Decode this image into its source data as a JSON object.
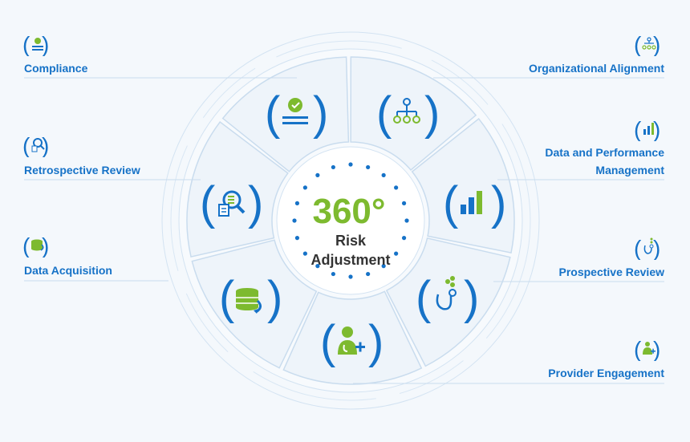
{
  "center": {
    "degree": "360°",
    "line1": "Risk",
    "line2": "Adjustment"
  },
  "labels": {
    "compliance": "Compliance",
    "retrospective_review": "Retrospective Review",
    "data_acquisition": "Data Acquisition",
    "organizational_alignment": "Organizational Alignment",
    "data_performance_line1": "Data and Performance",
    "data_performance_line2": "Management",
    "prospective_review": "Prospective Review",
    "provider_engagement": "Provider Engagement"
  },
  "colors": {
    "blue": "#1672c7",
    "green": "#7dba2f",
    "segment_fill": "#eef4fa",
    "ring_line": "#c9dcee",
    "background": "#f4f8fc"
  },
  "icons": {
    "compliance": "checkmark-badge-icon",
    "organizational_alignment": "org-chart-icon",
    "data_performance": "bar-chart-icon",
    "prospective_review": "stethoscope-icon",
    "provider_engagement": "doctor-plus-icon",
    "data_acquisition": "database-sync-icon",
    "retrospective_review": "document-search-icon"
  }
}
